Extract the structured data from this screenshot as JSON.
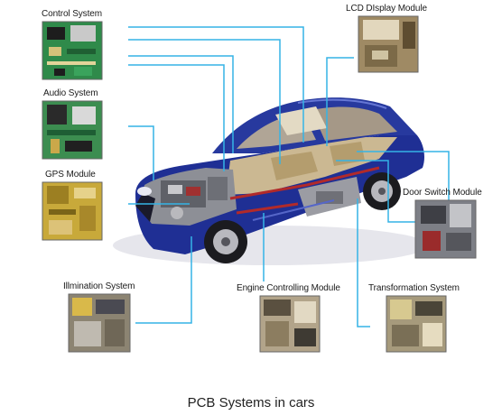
{
  "labels": {
    "control_system": "Control System",
    "audio_system": "Audio System",
    "gps_module": "GPS  Module",
    "lcd_display_module": "LCD DIsplay Module",
    "door_switch_module": "Door Switch Module",
    "illmination_system": "Illmination System",
    "engine_controlling_module": "Engine Controlling Module",
    "transformation_system": "Transformation System"
  },
  "caption": "PCB Systems in cars",
  "colors": {
    "connector_line": "#35b4e6",
    "car_body": "#1d2f8f",
    "pcb_green": "#2f8a4a",
    "gps_yellow": "#c8a93a"
  }
}
